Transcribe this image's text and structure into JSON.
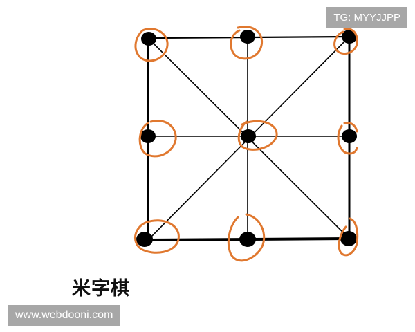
{
  "watermark_top": "TG: MYYJJPP",
  "watermark_bottom": "www.webdooni.com",
  "caption": "米字棋",
  "colors": {
    "line": "#000000",
    "piece": "#000000",
    "circle_mark": "#e0782f",
    "tag_bg": "#a7a7a7",
    "tag_text": "#ffffff"
  },
  "board": {
    "rows": 3,
    "cols": 3,
    "points": [
      {
        "id": "top-left"
      },
      {
        "id": "top-center"
      },
      {
        "id": "top-right"
      },
      {
        "id": "middle-left"
      },
      {
        "id": "center"
      },
      {
        "id": "middle-right"
      },
      {
        "id": "bottom-left"
      },
      {
        "id": "bottom-center"
      },
      {
        "id": "bottom-right"
      }
    ]
  }
}
